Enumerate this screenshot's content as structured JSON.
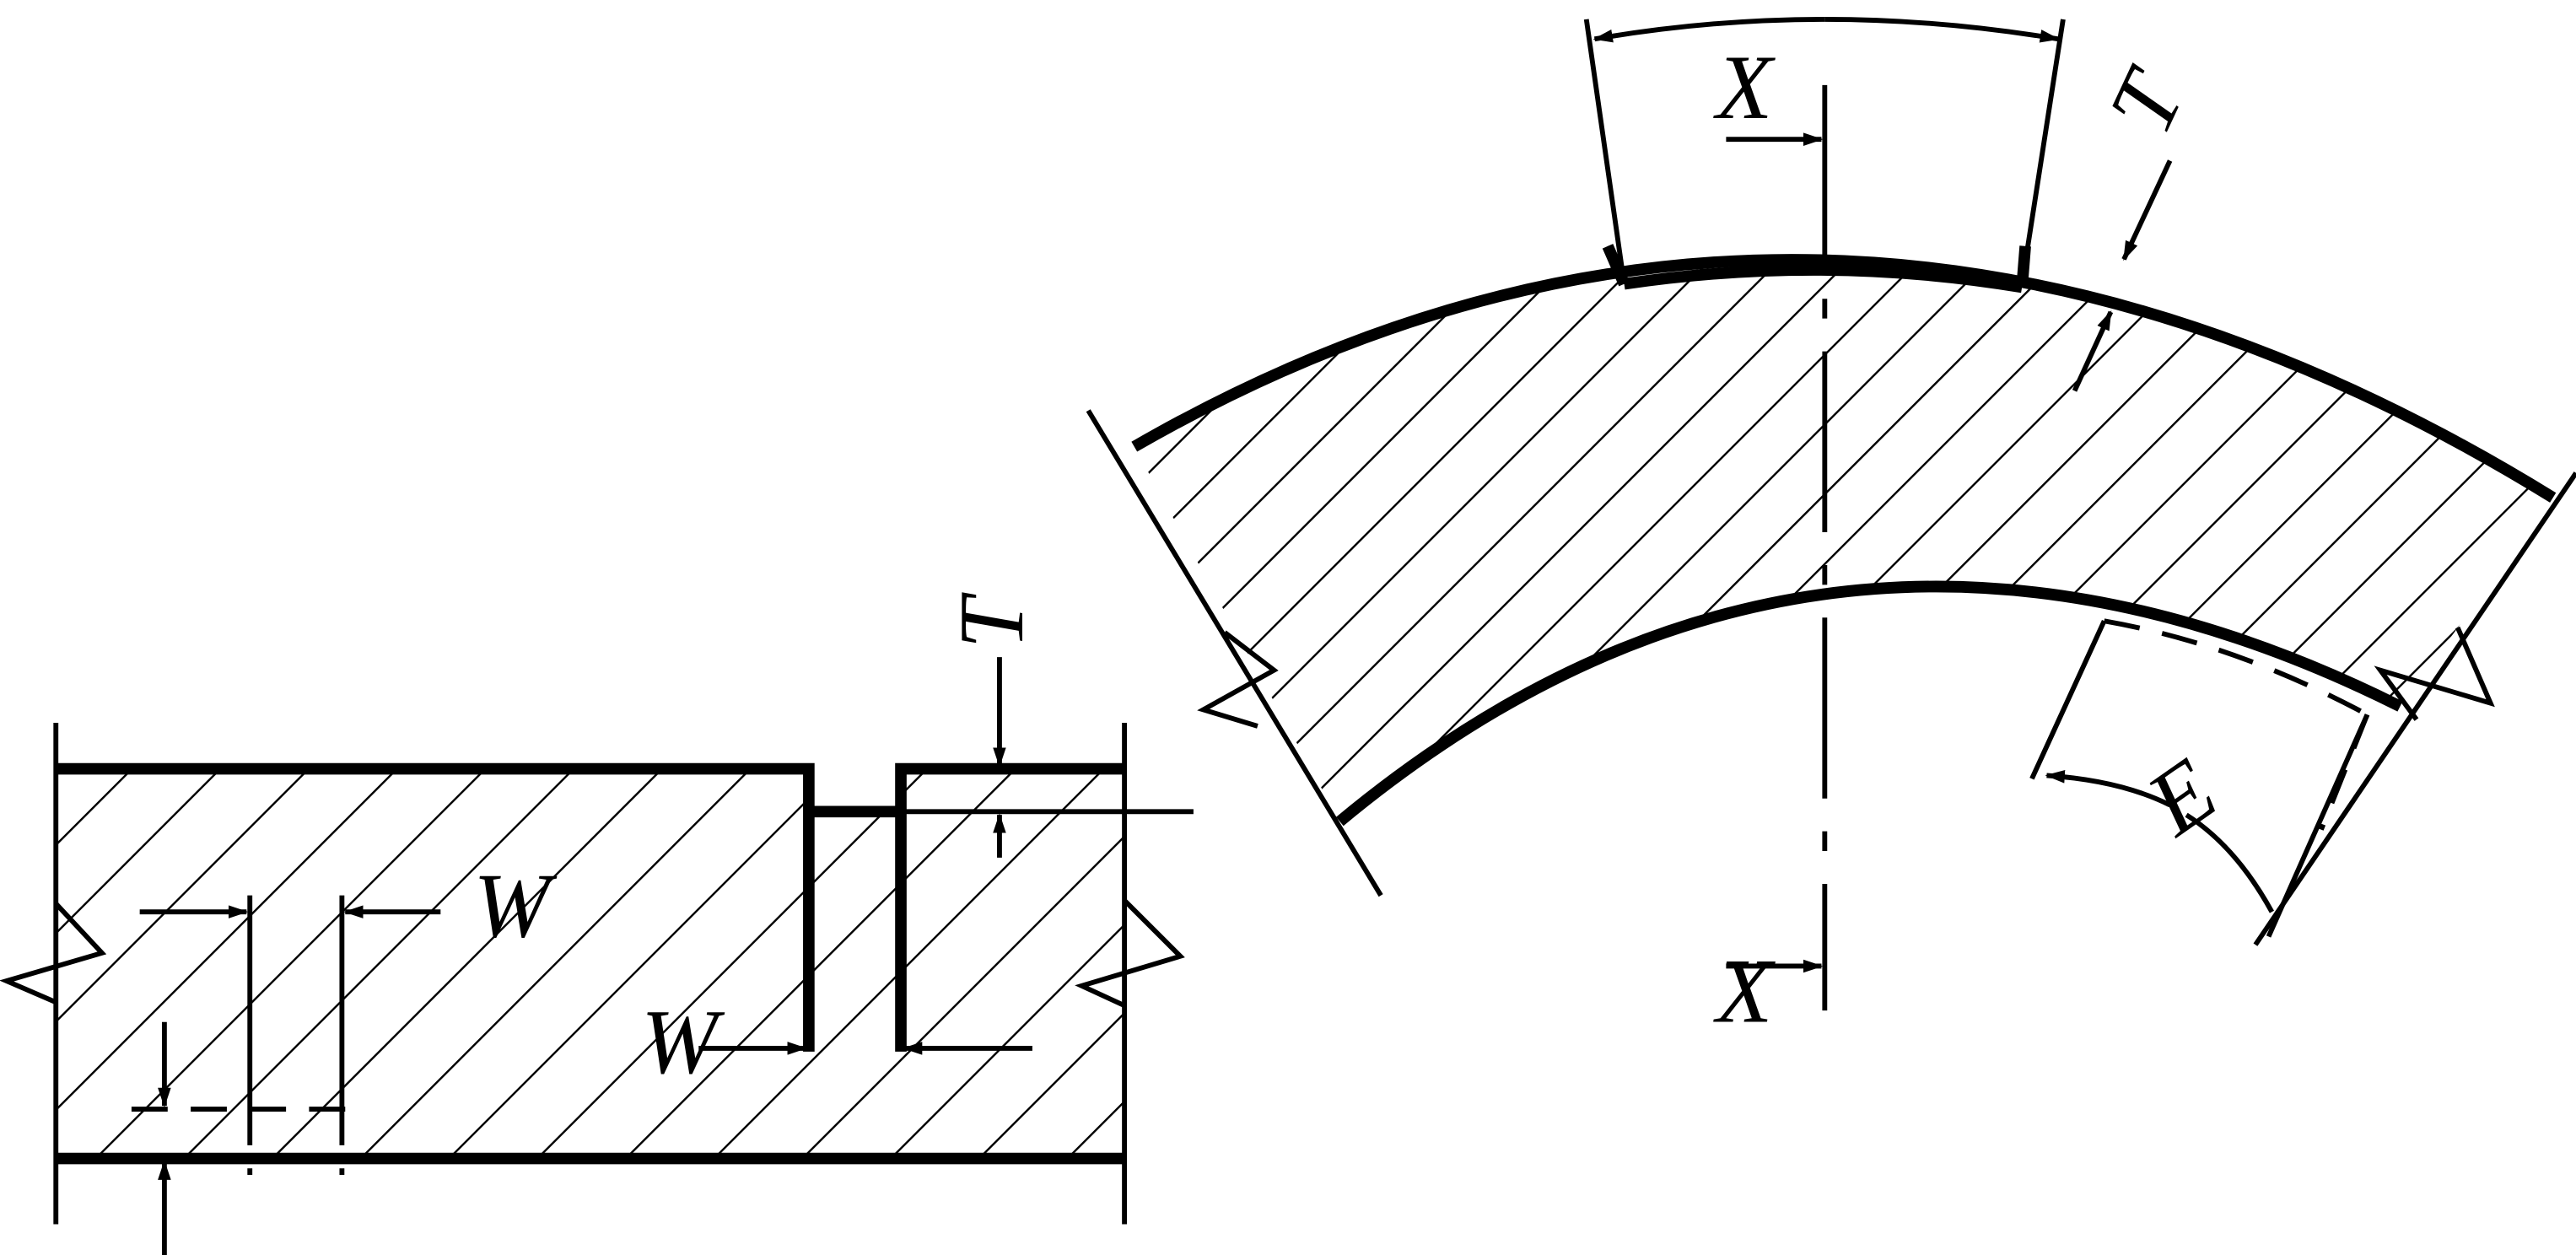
{
  "labels": {
    "w_left": "W",
    "w_bottom": "W",
    "t_left": "T",
    "x_top": "X",
    "x_bottom": "X",
    "t_right": "T",
    "e_right": "E"
  },
  "colors": {
    "line": "#000000",
    "background": "#ffffff"
  }
}
